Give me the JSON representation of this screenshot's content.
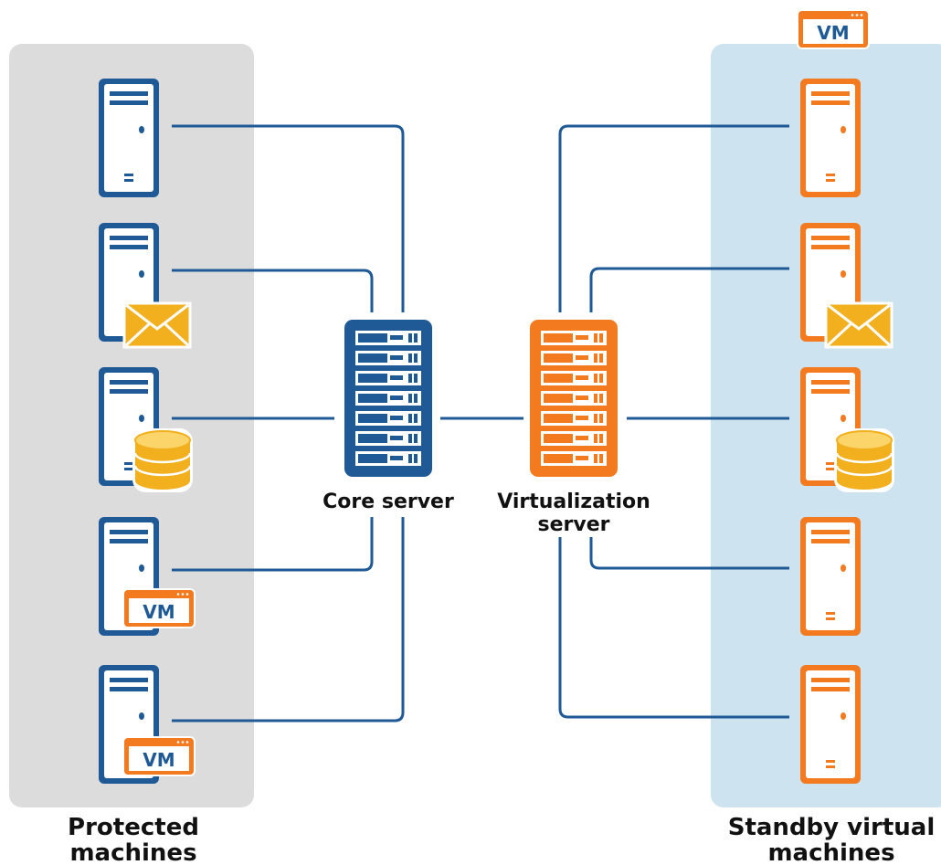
{
  "labels": {
    "core_server": "Core server",
    "virtualization_server_line1": "Virtualization",
    "virtualization_server_line2": "server",
    "protected_line1": "Protected",
    "protected_line2": "machines",
    "standby_line1": "Standby virtual",
    "standby_line2": "machines"
  },
  "vm_label": "VM",
  "colors": {
    "protected_panel": "#dcdcdc",
    "standby_panel": "#cde3ef",
    "blue": "#1f5a96",
    "orange": "#f47a20",
    "gold": "#f2b01e",
    "gold_light": "#fbd56a",
    "line": "#1f5a96"
  },
  "protected_machines": [
    {
      "badge": ""
    },
    {
      "badge": "mail"
    },
    {
      "badge": "database"
    },
    {
      "badge": "vm"
    },
    {
      "badge": "vm"
    }
  ],
  "standby_machines": [
    {
      "badge": "vm-top"
    },
    {
      "badge": "mail"
    },
    {
      "badge": "database"
    },
    {
      "badge": ""
    },
    {
      "badge": ""
    }
  ]
}
